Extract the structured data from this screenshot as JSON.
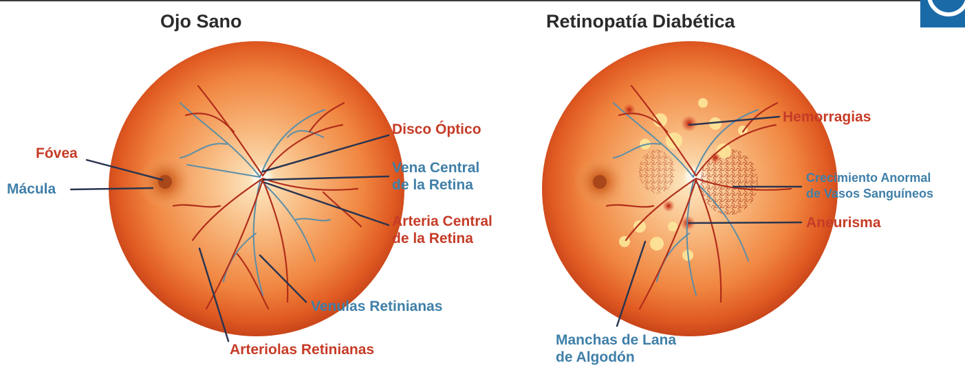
{
  "healthy": {
    "title": "Ojo Sano",
    "labels": {
      "fovea": "Fóvea",
      "macula": "Mácula",
      "optic_disc": "Disco Óptico",
      "central_vein": [
        "Vena Central",
        "de la Retina"
      ],
      "central_artery": [
        "Arteria Central",
        "de la Retina"
      ],
      "venules": "Venulas Retinianas",
      "arterioles": "Arteriolas Retinianas"
    }
  },
  "diabetic": {
    "title": "Retinopatía Diabética",
    "labels": {
      "hemorrhages": "Hemorragias",
      "abnormal_growth": [
        "Crecimiento Anormal",
        "de Vasos Sanguíneos"
      ],
      "aneurysm": "Aneurisma",
      "cotton_wool": [
        "Manchas de Lana",
        "de Algodón"
      ]
    }
  },
  "colors": {
    "label_red": "#c63b26",
    "label_blue": "#3f7fa8",
    "leader_line": "#2a3550",
    "logo_blue": "#1b6aa8"
  }
}
